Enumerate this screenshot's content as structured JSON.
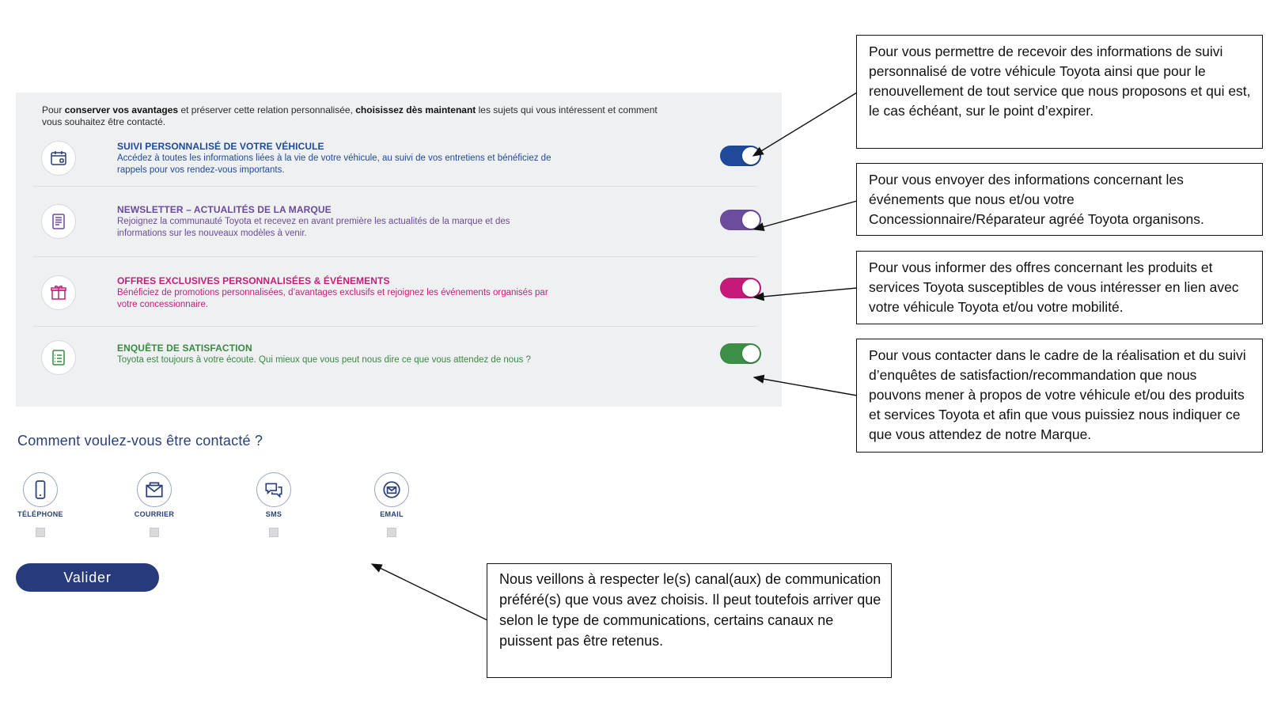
{
  "intro": {
    "t1": "Pour ",
    "b1": "conserver vos avantages",
    "t2": " et préserver cette relation personnalisée, ",
    "b2": "choisissez dès maintenant",
    "t3": " les sujets qui vous intéressent et comment vous souhaitez être contacté."
  },
  "rows": [
    {
      "title": "SUIVI PERSONNALISÉ DE VOTRE VÉHICULE",
      "desc": "Accédez à toutes les informations liées à la vie de votre véhicule, au suivi de vos entretiens et bénéficiez de rappels pour vos rendez-vous importants.",
      "color": "#1f4a9a",
      "toggle_color": "#1f4a9a",
      "icon": "calendar-icon"
    },
    {
      "title": "NEWSLETTER – ACTUALITÉS DE LA MARQUE",
      "desc": "Rejoignez la communauté Toyota et recevez en avant première les actualités de la marque et des informations sur les nouveaux modèles à venir.",
      "color": "#6a4b9a",
      "toggle_color": "#6b4c9d",
      "icon": "newsletter-icon"
    },
    {
      "title": "OFFRES EXCLUSIVES PERSONNALISÉES & ÉVÉNEMENTS",
      "desc": "Bénéficiez de promotions personnalisées, d’avantages exclusifs et rejoignez les événements organisés par votre concessionnaire.",
      "color": "#c41e7a",
      "toggle_color": "#c6197a",
      "icon": "gift-icon"
    },
    {
      "title": "ENQUÊTE DE SATISFACTION",
      "desc": "Toyota est toujours à votre écoute. Qui mieux que vous peut nous dire ce que vous attendez de nous ?",
      "color": "#3a8a43",
      "toggle_color": "#3e8f46",
      "icon": "survey-icon"
    }
  ],
  "question": "Comment voulez-vous être contacté ?",
  "channels": [
    {
      "label": "TÉLÉPHONE",
      "icon": "phone-icon"
    },
    {
      "label": "COURRIER",
      "icon": "envelope-icon"
    },
    {
      "label": "SMS",
      "icon": "chat-bubbles-icon"
    },
    {
      "label": "EMAIL",
      "icon": "email-icon"
    }
  ],
  "validate_label": "Valider",
  "callouts": [
    "Pour vous permettre de recevoir des informations de suivi personnalisé de votre véhicule Toyota ainsi que pour le renouvellement de tout service que nous proposons et qui est, le cas échéant, sur le point d’expirer.",
    "Pour vous envoyer des informations concernant les événements que nous et/ou votre Concessionnaire/Réparateur agréé Toyota organisons.",
    "Pour vous informer des offres concernant les produits et services Toyota susceptibles de vous intéresser en  lien avec votre véhicule Toyota et/ou votre mobilité.",
    "Pour vous contacter dans le cadre de la réalisation et du suivi d’enquêtes de satisfaction/recommandation que nous pouvons mener à  propos de votre véhicule et/ou des produits et services Toyota et afin que vous puissiez nous indiquer ce que vous attendez de notre Marque.",
    "Nous veillons à respecter le(s) canal(aux) de communication préféré(s) que vous avez choisis. Il peut toutefois arriver que selon le type de communications, certains canaux ne puissent pas être retenus."
  ]
}
